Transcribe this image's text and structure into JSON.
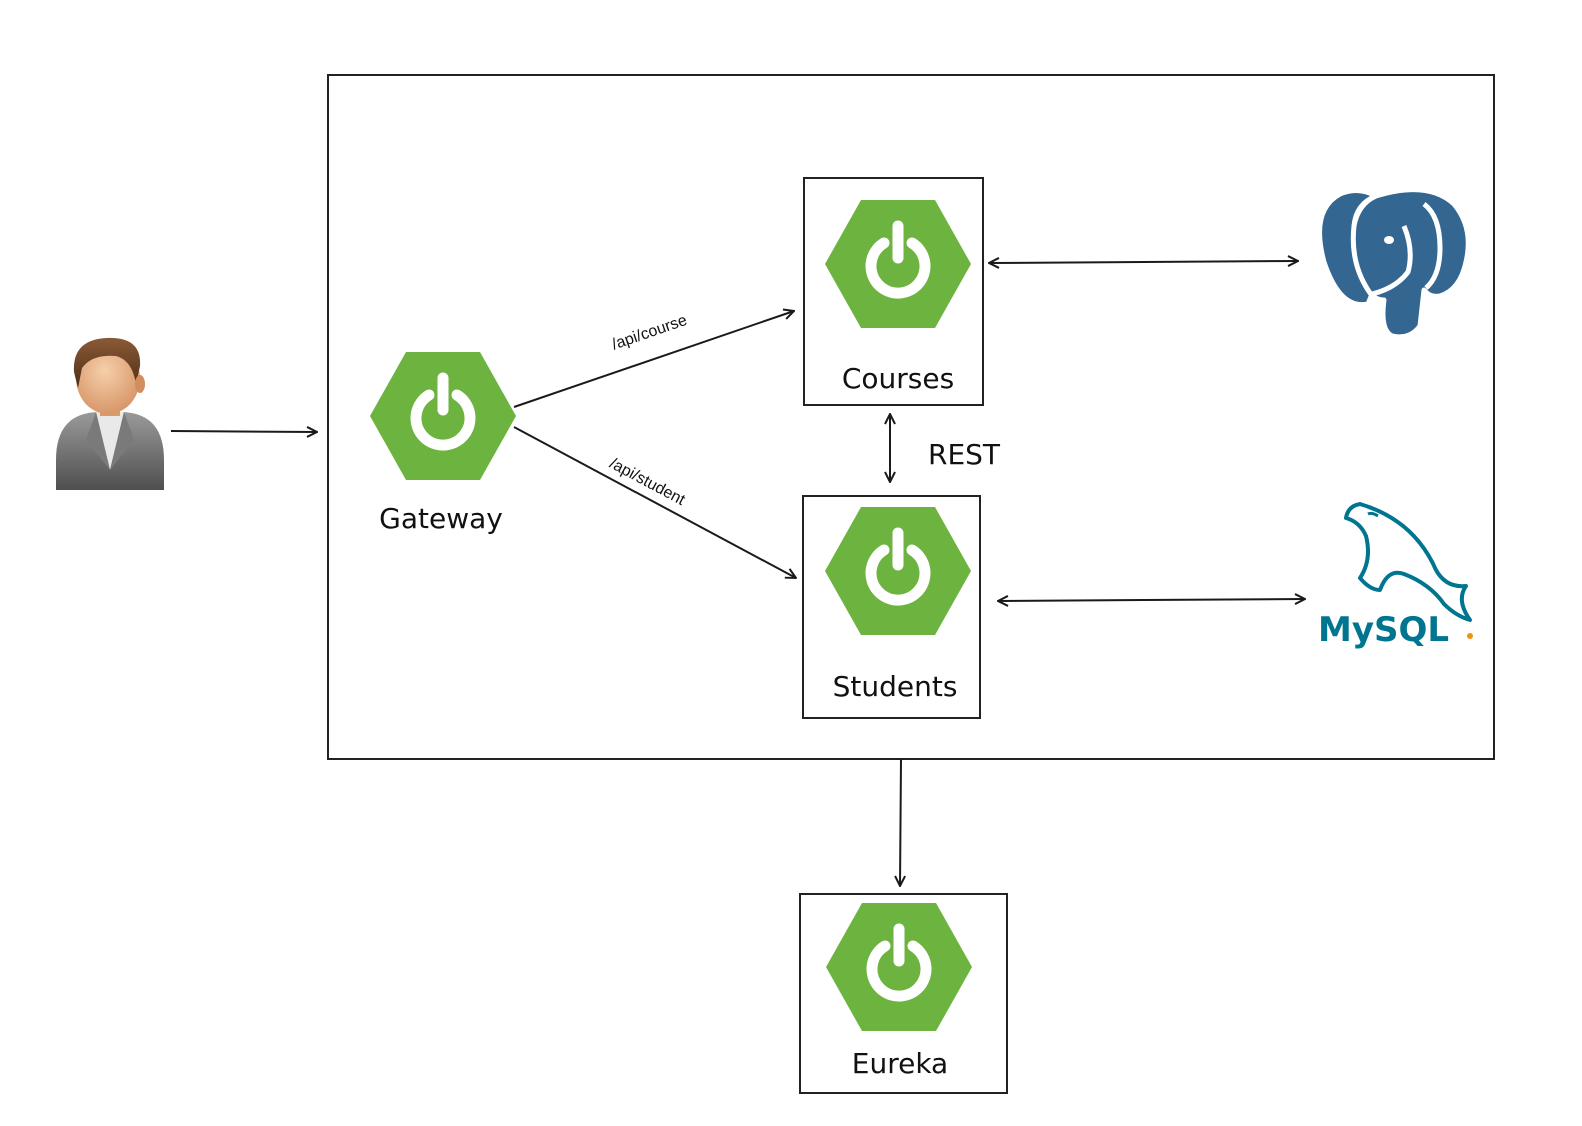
{
  "nodes": {
    "gateway": {
      "label": "Gateway"
    },
    "courses": {
      "label": "Courses"
    },
    "students": {
      "label": "Students"
    },
    "eureka": {
      "label": "Eureka"
    }
  },
  "edges": {
    "course_route": "/api/course",
    "student_route": "/api/student",
    "rest": "REST"
  },
  "logos": {
    "mysql": "MySQL"
  },
  "icons": {
    "spring": "spring-boot-power-icon",
    "user": "user-avatar-icon",
    "postgres": "postgresql-elephant-icon",
    "mysql": "mysql-dolphin-icon"
  },
  "colors": {
    "spring_green": "#6db33f",
    "postgres_blue": "#336791",
    "mysql_blue": "#00758f",
    "mysql_orange": "#f29111"
  }
}
